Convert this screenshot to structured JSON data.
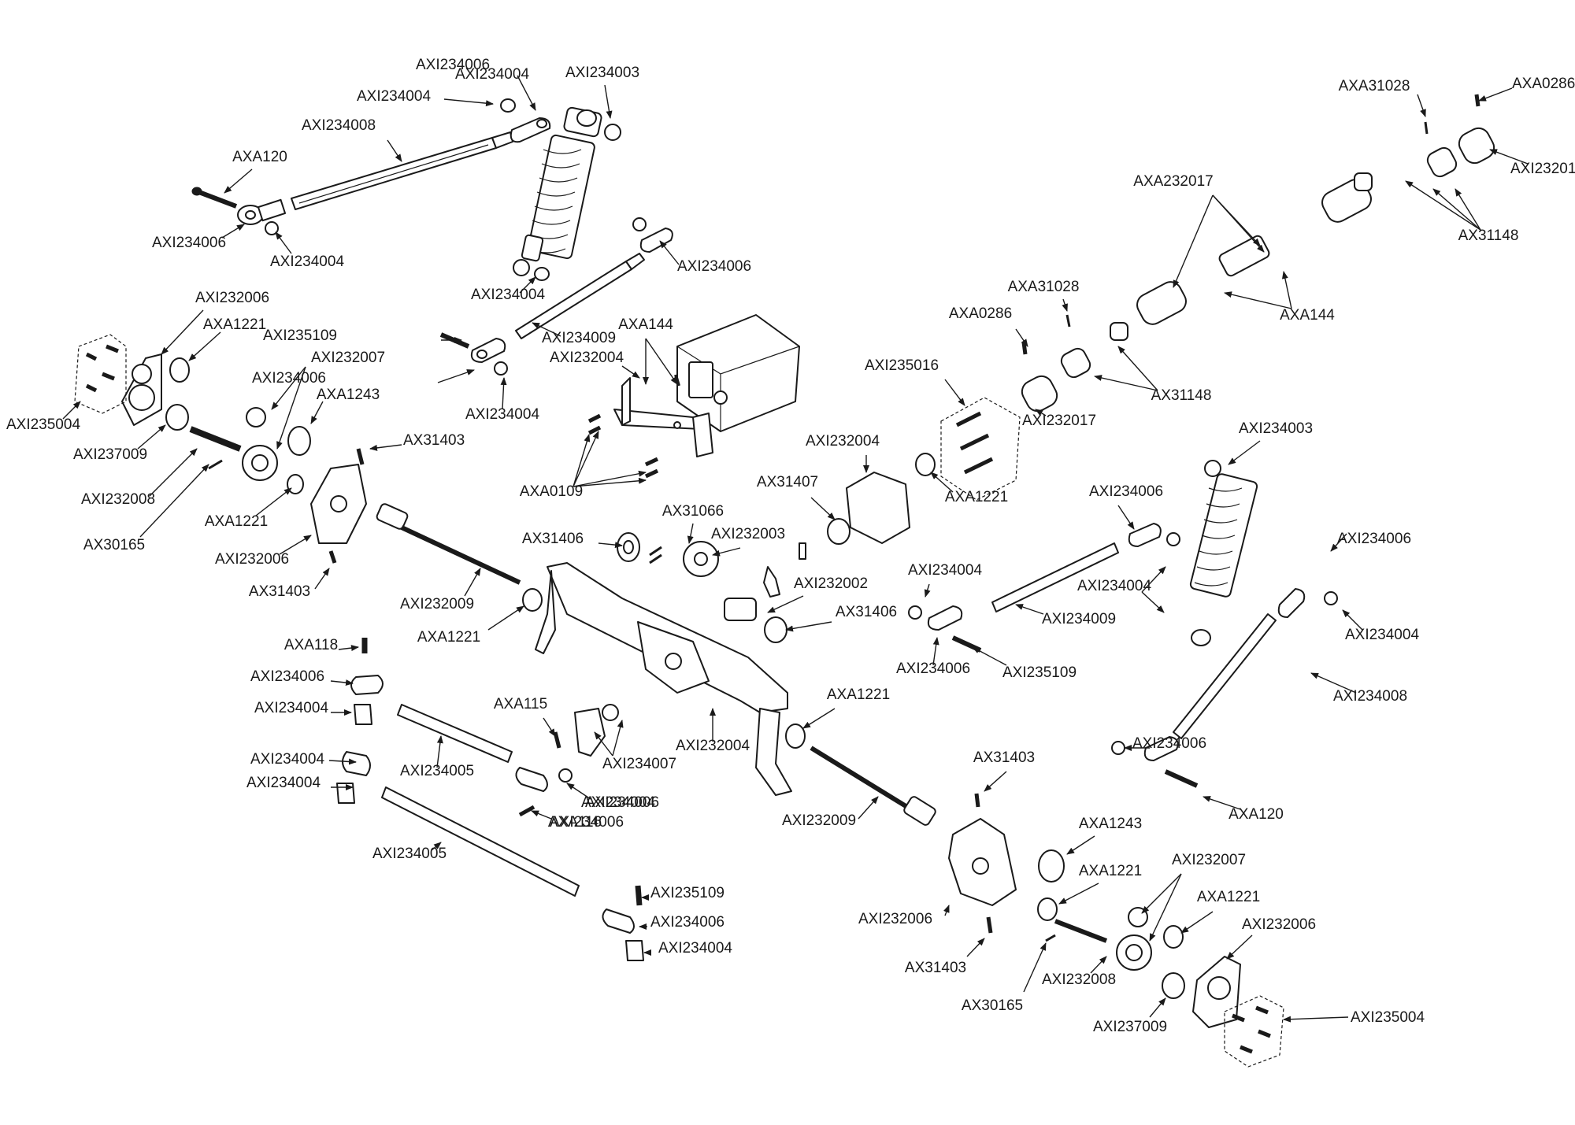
{
  "labels": [
    "AXI234006",
    "AXI234003",
    "AXI234004",
    "AXI234008",
    "AXA120",
    "AXI234006",
    "AXI234004",
    "AXI234004",
    "AXI234006",
    "AXI234004",
    "AXI232006",
    "AXA1221",
    "AXI235109",
    "AXI232007",
    "AXI234006",
    "AXA1243",
    "AXI234009",
    "AXA144",
    "AXI232004",
    "AXI234004",
    "AXI235004",
    "AXI237009",
    "AX31403",
    "AXI232008",
    "AXA0109",
    "AX30165",
    "AXA1221",
    "AXI232006",
    "AX31403",
    "AXA31028",
    "AXA0286",
    "AXI232017",
    "AXA232017",
    "AX31148",
    "AXA144",
    "AXA31028",
    "AXA0286",
    "AX31148",
    "AXI232017",
    "AXI235016",
    "AXI232004",
    "AX31407",
    "AXA1221",
    "AXI234003",
    "AXI234006",
    "AX31406",
    "AX31066",
    "AXI232003",
    "AXI232002",
    "AX31406",
    "AXI232009",
    "AXA1221",
    "AXI234004",
    "AXI234009",
    "AXI234004",
    "AXI234006",
    "AXI234006",
    "AXI235109",
    "AXI234004",
    "AXI234008",
    "AXA118",
    "AXI234006",
    "AXI234004",
    "AXA115",
    "AXI234005",
    "AXI234007",
    "AXI232004",
    "AXA1221",
    "AXI234006",
    "AXI234004",
    "AXI234004",
    "AXI234006",
    "AXA116",
    "AXI234004",
    "AXI234006",
    "AXA120",
    "AXI232009",
    "AX31403",
    "AXI234005",
    "AXA1243",
    "AXI232007",
    "AXA1221",
    "AXA1221",
    "AXI232006",
    "AXI235109",
    "AXI234006",
    "AXI232006",
    "AXI234004",
    "AX31403",
    "AX30165",
    "AXI232008",
    "AXI237009",
    "AXI235004"
  ]
}
